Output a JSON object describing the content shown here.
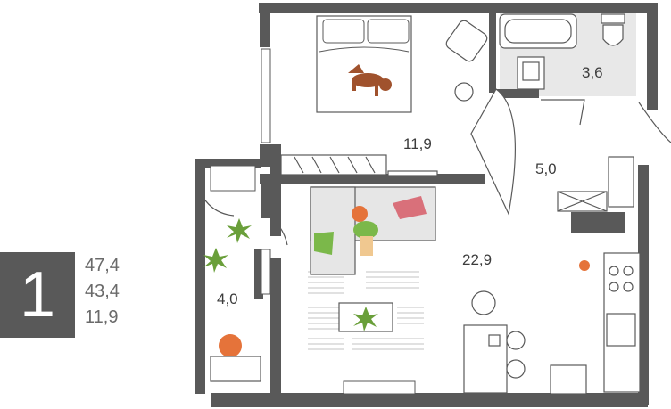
{
  "apartment": {
    "rooms_count": "1",
    "stats": [
      "47,4",
      "43,4",
      "11,9"
    ]
  },
  "rooms": {
    "bedroom_area": "11,9",
    "bathroom_area": "3,6",
    "hall_area": "5,0",
    "living_area": "22,9",
    "balcony_area": "4,0"
  },
  "colors": {
    "wall": "#595959",
    "tile": "#e6e6e6",
    "accent_orange": "#e5733a",
    "accent_green": "#7bb84a",
    "accent_pink": "#d9707a",
    "accent_brown": "#a0522d"
  }
}
